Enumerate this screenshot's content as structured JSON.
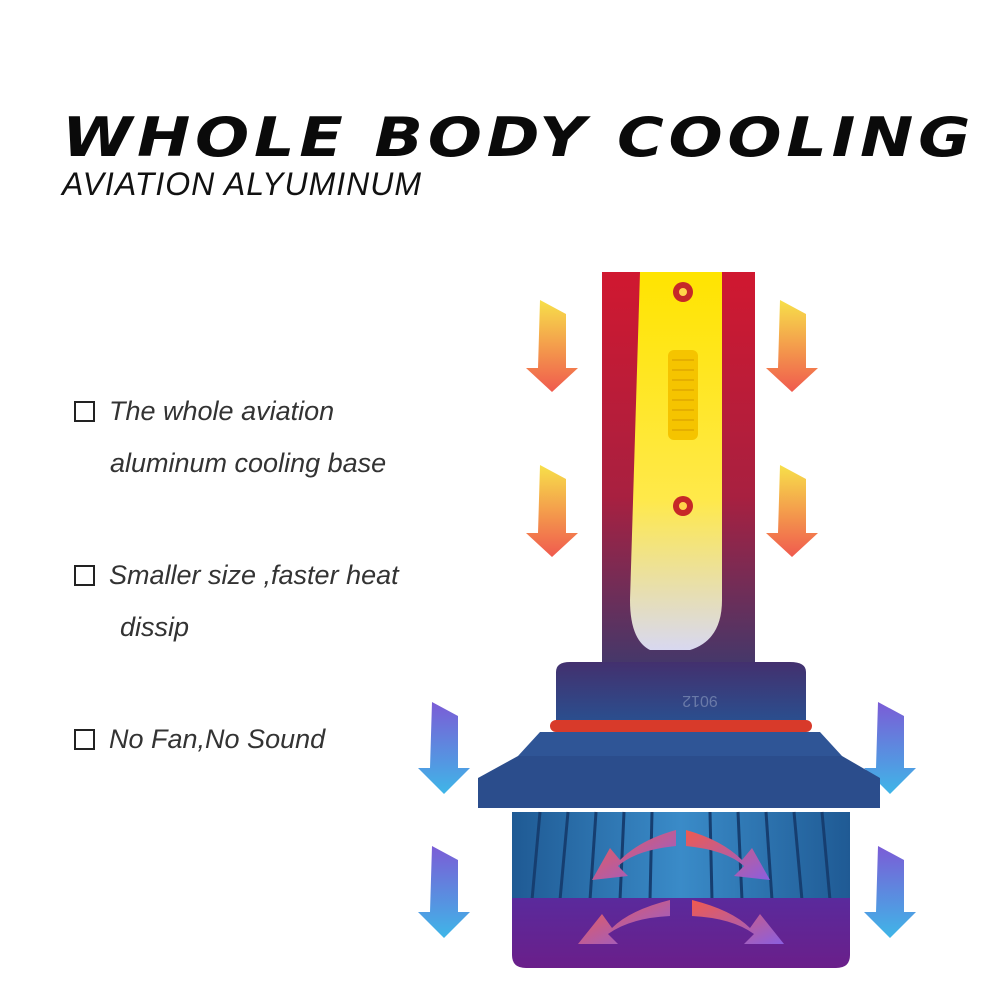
{
  "header": {
    "title": "WHOLE BODY COOLING",
    "subtitle": "AVIATION ALYUMINUM"
  },
  "features": [
    {
      "line1": "The whole aviation",
      "line2": "aluminum cooling base"
    },
    {
      "line1": "Smaller size ,faster heat",
      "line2": "dissip"
    },
    {
      "line1": "No Fan,No Sound",
      "line2": ""
    }
  ],
  "product": {
    "model_label": "9012",
    "icons": [
      "led-bulb-icon",
      "heat-arrow-down-icon",
      "cool-arrow-down-icon",
      "airflow-arrow-icon"
    ],
    "colors": {
      "hot_red": "#c8102e",
      "chip_yellow": "#ffe400",
      "base_blue": "#2a4f8f",
      "fin_blue": "#2e79b8",
      "ring_purple": "#5a2a9c",
      "arrow_hot_top": "#f7e04a",
      "arrow_hot_bottom": "#f05a4e",
      "arrow_cool_top": "#7b5cd6",
      "arrow_cool_bottom": "#3fb6e8"
    }
  }
}
